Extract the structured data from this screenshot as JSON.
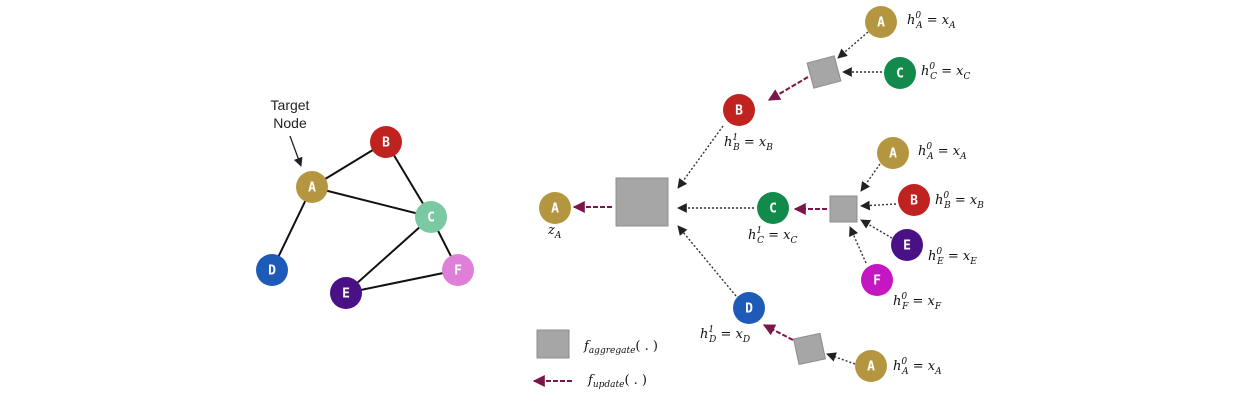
{
  "graph": {
    "target_label_line1": "Target",
    "target_label_line2": "Node",
    "nodes": [
      {
        "id": "A",
        "color": "#b59640"
      },
      {
        "id": "B",
        "color": "#c0231f"
      },
      {
        "id": "C",
        "color": "#7bc9a3"
      },
      {
        "id": "D",
        "color": "#1e5bb8"
      },
      {
        "id": "E",
        "color": "#4a1086"
      },
      {
        "id": "F",
        "color": "#e07fd8"
      }
    ]
  },
  "tree": {
    "root": {
      "letter": "A",
      "sub": "A"
    },
    "level1": [
      {
        "letter": "B",
        "sub": "B",
        "sup": "1"
      },
      {
        "letter": "C",
        "sub": "C",
        "sup": "1"
      },
      {
        "letter": "D",
        "sub": "D",
        "sup": "1"
      }
    ],
    "level0": [
      {
        "letter": "A",
        "sub": "A",
        "sup": "0"
      },
      {
        "letter": "C",
        "sub": "C",
        "sup": "0"
      },
      {
        "letter": "A",
        "sub": "A",
        "sup": "0"
      },
      {
        "letter": "B",
        "sub": "B",
        "sup": "0"
      },
      {
        "letter": "E",
        "sub": "E",
        "sup": "0"
      },
      {
        "letter": "F",
        "sub": "F",
        "sup": "0"
      },
      {
        "letter": "A",
        "sub": "A",
        "sup": "0"
      }
    ],
    "colors": {
      "A": "#b59640",
      "B": "#c0231f",
      "C": "#118a4b",
      "D": "#1e5bb8",
      "E": "#4a1086",
      "F": "#c417c2",
      "aggregate_box": "#a6a6a6",
      "update_arrow": "#7a1648",
      "dotted_arrow": "#333333"
    }
  },
  "legend": {
    "aggregate_name": "aggregate",
    "update_name": "update",
    "func_symbol": "f",
    "arg": "( . )"
  }
}
